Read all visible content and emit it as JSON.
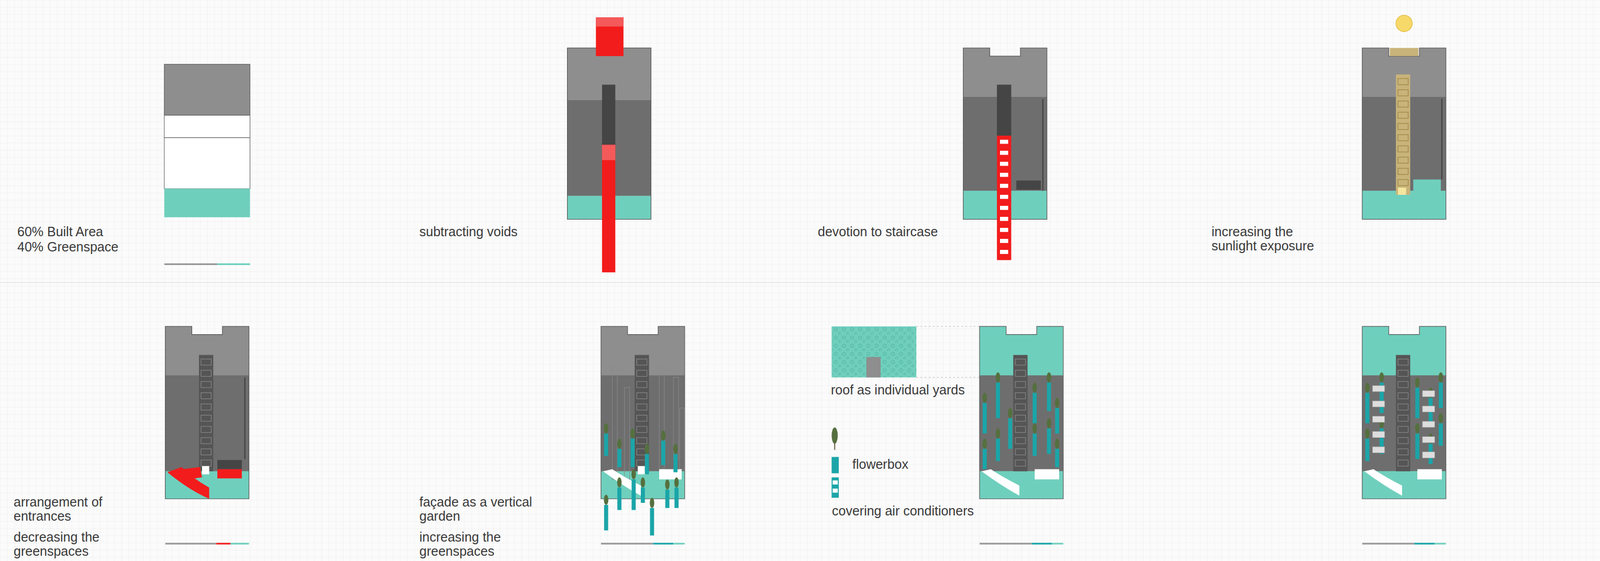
{
  "diagram": {
    "labels": [
      "60% Built Area",
      "40% Greenspace",
      "subtracting voids",
      "devotion to staircase",
      "increasing the sunlight exposure",
      "arrangement of entrances",
      "decreasing the greenspaces",
      "façade as a vertical garden",
      "increasing the greenspaces",
      "roof as individual yards",
      "flowerbox",
      "covering air conditioners"
    ]
  }
}
